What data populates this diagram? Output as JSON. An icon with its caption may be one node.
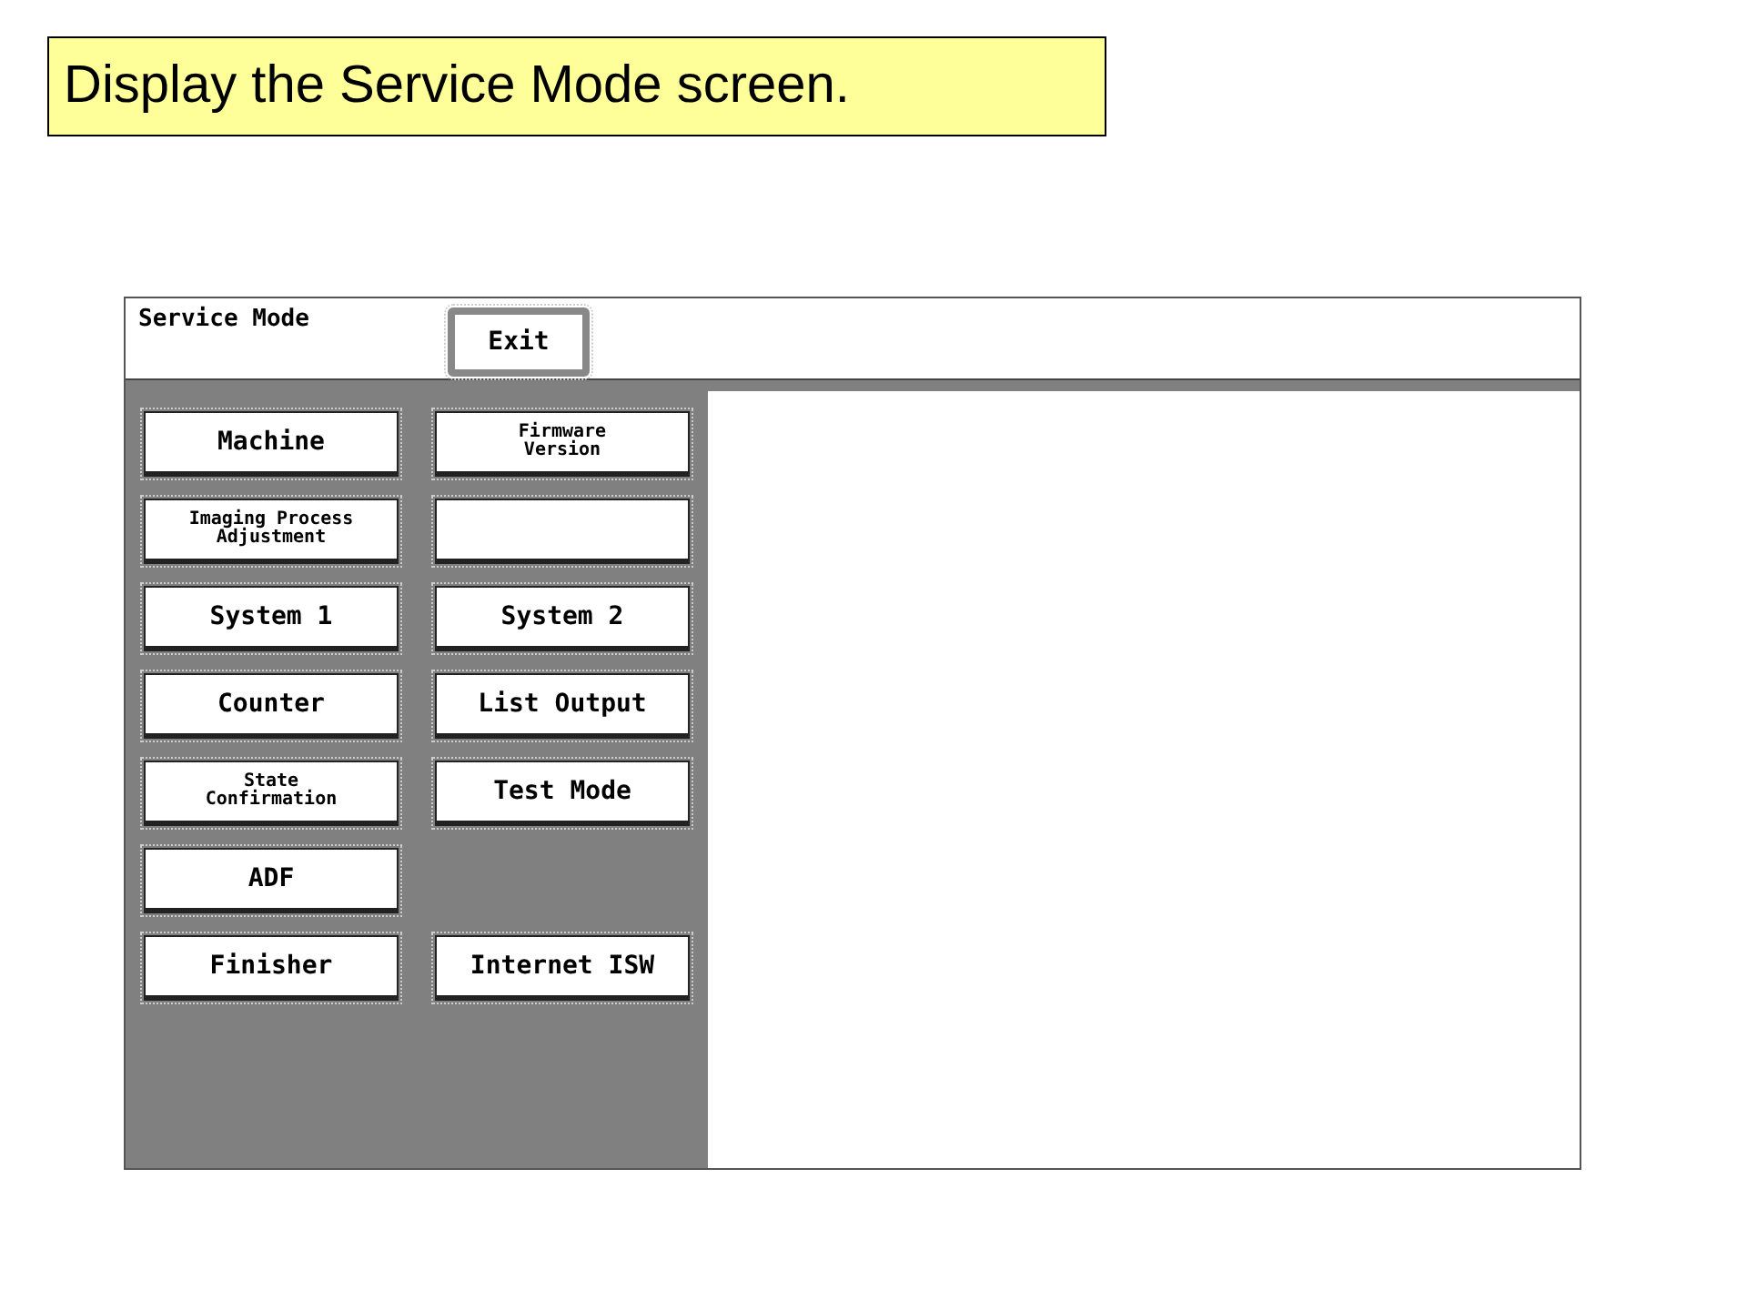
{
  "diagram": {
    "title": "Display the Service Mode screen.",
    "nodes": [
      {
        "text": [
          "Service Mode"
        ]
      },
      {
        "text": [
          "Exit"
        ],
        "in": 0
      },
      {
        "text": [
          "Machine"
        ],
        "in": 0
      },
      {
        "text": [
          "Firmware Version"
        ],
        "in": 0
      },
      {
        "text": [
          "Imaging Process Adjustment"
        ],
        "in": 0
      },
      {
        "text": [],
        "shape": "box",
        "in": 0
      },
      {
        "text": [
          "System 1"
        ],
        "in": 0
      },
      {
        "text": [
          "System 2"
        ],
        "in": 0
      },
      {
        "text": [
          "Counter"
        ],
        "in": 0
      },
      {
        "text": [
          "List Output"
        ],
        "in": 0
      },
      {
        "text": [
          "State Confirmation"
        ],
        "in": 0
      },
      {
        "text": [
          "Test Mode"
        ],
        "in": 0
      },
      {
        "text": [
          "ADF"
        ],
        "in": 0
      },
      {
        "text": [
          "Finisher"
        ],
        "in": 0
      },
      {
        "text": [
          "Internet ISW"
        ],
        "in": 0
      },
      {
        "text": [],
        "shape": "box",
        "in": 0
      }
    ],
    "edges": []
  }
}
